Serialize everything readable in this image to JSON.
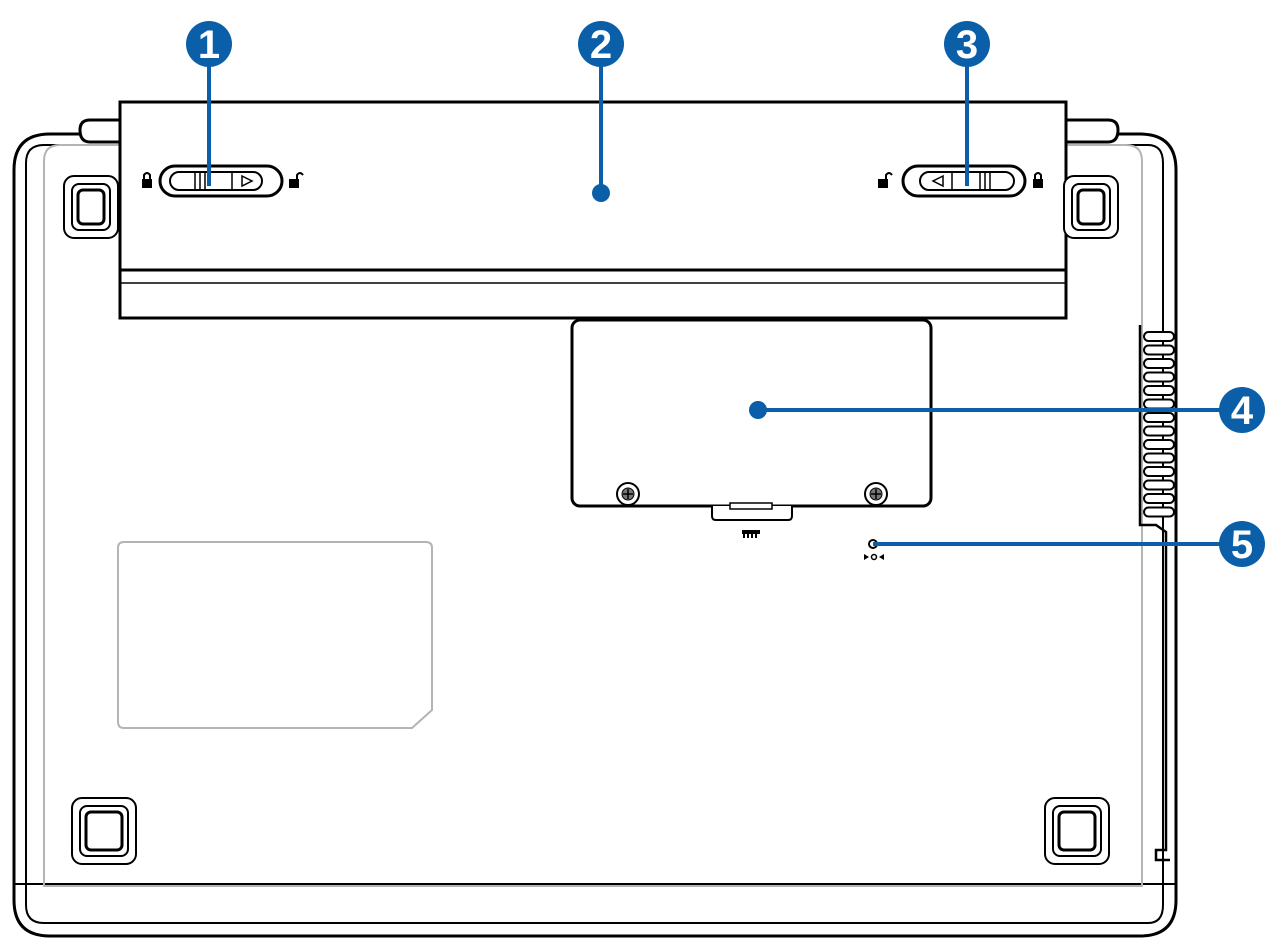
{
  "figure": {
    "callouts": [
      {
        "label": "1",
        "target": "battery-lock-spring-left"
      },
      {
        "label": "2",
        "target": "battery-pack"
      },
      {
        "label": "3",
        "target": "battery-lock-manual-right"
      },
      {
        "label": "4",
        "target": "memory-compartment"
      },
      {
        "label": "5",
        "target": "shutdown-emergency-button"
      }
    ],
    "colors": {
      "callout": "#0a5fa8",
      "outline": "#000000",
      "inner_outline": "#b4b4b4",
      "background": "#ffffff"
    },
    "icons": {
      "lock": "lock-closed-icon",
      "unlock": "lock-open-icon",
      "memory": "memory-icon",
      "emergency": "emergency-shutdown-icon",
      "screw": "screw-icon"
    }
  }
}
